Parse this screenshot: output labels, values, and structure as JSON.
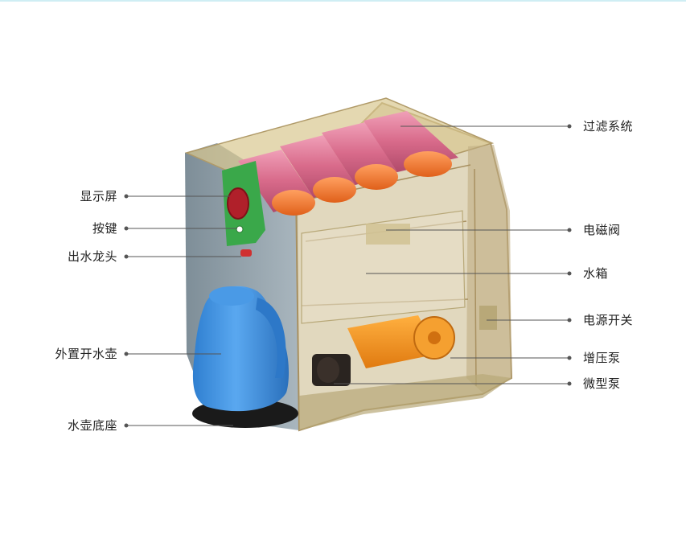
{
  "colors": {
    "background": "#ffffff",
    "label_text": "#222222",
    "leader_line": "#555555",
    "housing_grey": "#8a9aa4",
    "housing_frame": "#b8a272",
    "filter_pink": "#d86a8a",
    "filter_orange": "#f07a2a",
    "panel_green": "#3aa84a",
    "display_red": "#b0202a",
    "kettle_blue": "#4a9ae6",
    "base_black": "#1a1a1a",
    "pump_orange": "#f5901c"
  },
  "labels": {
    "left": {
      "display_screen": "显示屏",
      "button": "按键",
      "faucet": "出水龙头",
      "external_kettle": "外置开水壶",
      "kettle_base": "水壶底座"
    },
    "right": {
      "filter_system": "过滤系统",
      "solenoid_valve": "电磁阀",
      "water_tank": "水箱",
      "power_switch": "电源开关",
      "booster_pump": "增压泵",
      "micro_pump": "微型泵"
    }
  }
}
